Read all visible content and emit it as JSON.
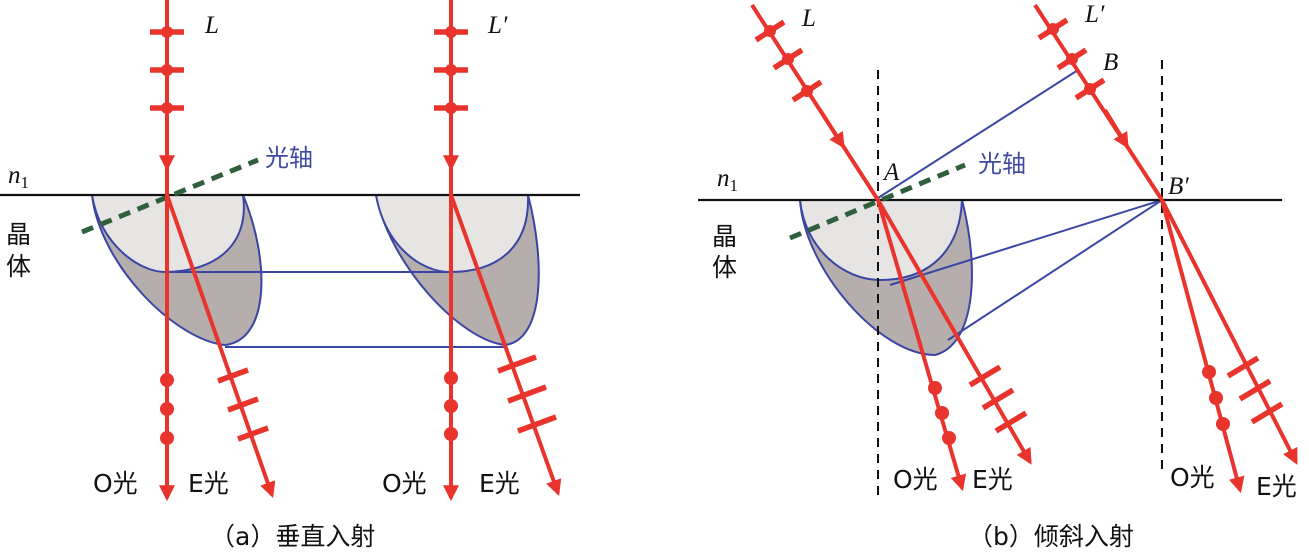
{
  "panel_a": {
    "incident_left": "L",
    "incident_right": "L′",
    "medium_index": "n",
    "medium_index_sub": "1",
    "crystal_char1": "晶",
    "crystal_char2": "体",
    "optic_axis": "光轴",
    "o_ray_left": "O光",
    "e_ray_left": "E光",
    "o_ray_right": "O光",
    "e_ray_right": "E光",
    "caption": "（a）垂直入射"
  },
  "panel_b": {
    "incident_left": "L",
    "incident_right": "L′",
    "point_a": "A",
    "point_b": "B",
    "point_b_prime": "B′",
    "medium_index": "n",
    "medium_index_sub": "1",
    "crystal_char1": "晶",
    "crystal_char2": "体",
    "optic_axis": "光轴",
    "o_ray_left": "O光",
    "e_ray_left": "E光",
    "o_ray_right": "O光",
    "e_ray_right": "E光",
    "caption": "（b）倾斜入射"
  },
  "colors": {
    "ray": "#e8342c",
    "wavefront": "#3b45a3",
    "optic_axis": "#2f5f3c",
    "outer_surface_fill": "#b6adad",
    "inner_surface_fill": "#e7e4e4"
  }
}
